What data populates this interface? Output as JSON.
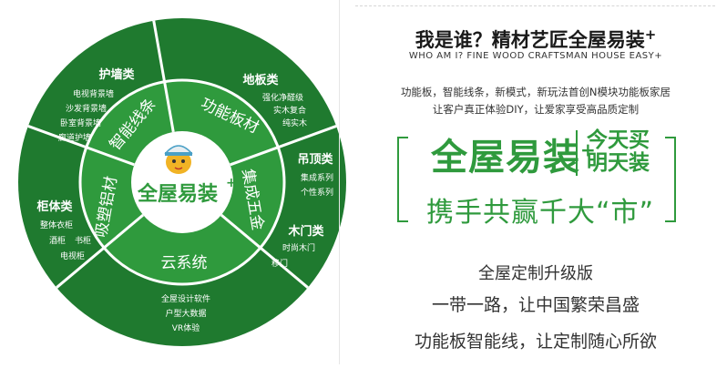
{
  "circle": {
    "center": "全屋易装",
    "center_plus": "+",
    "ring": [
      "智能线条",
      "功能板材",
      "集成五金",
      "云系统",
      "吸塑铝材"
    ],
    "categories": [
      {
        "title": "护墙类",
        "items": [
          "电视背景墙",
          "沙发背景墙",
          "卧室背景墙",
          "廊道护墙"
        ]
      },
      {
        "title": "地板类",
        "items": [
          "强化净醛级",
          "实木复合",
          "纯实木"
        ]
      },
      {
        "title": "吊顶类",
        "items": [
          "集成系列",
          "个性系列"
        ]
      },
      {
        "title": "木门类",
        "items": [
          "时尚木门",
          "移门"
        ]
      },
      {
        "title": "柜体类",
        "items": [
          "整体衣柜",
          "酒柜",
          "书柜",
          "电视柜"
        ]
      },
      {
        "items": [
          "全屋设计软件",
          "户型大数据",
          "VR体验"
        ]
      }
    ]
  },
  "right": {
    "title": "我是谁？精材艺匠全屋易装",
    "title_plus": "+",
    "subtitle": "WHO AM I? FINE WOOD CRAFTSMAN HOUSE EASY+",
    "intro1": "功能板，智能线条，新模式，新玩法首创N模块功能板家居",
    "intro2": "让客户真正体验DIY，让爱家享受高品质定制",
    "big_left": "全屋易装",
    "big_plus": "+",
    "big_right_1": "今天买",
    "big_right_2": "明天装",
    "slogan": "携手共赢千大“市”",
    "line1": "全屋定制升级版",
    "line2": "一带一路，让中国繁荣昌盛",
    "line3": "功能板智能线，让定制随心所欲"
  },
  "colors": {
    "green_dark": "#1f7a2f",
    "green": "#2f9a3d",
    "green_light": "#3fae4c"
  }
}
